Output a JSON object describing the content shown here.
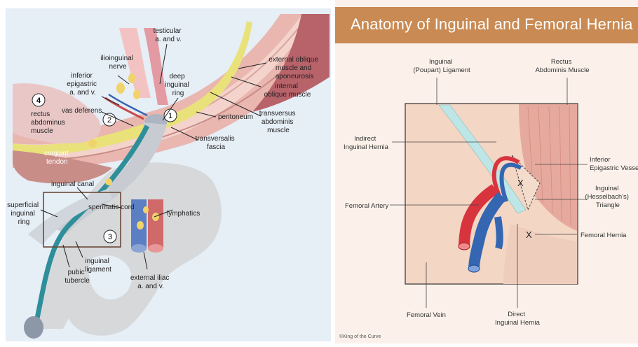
{
  "left_labels": {
    "testicular": [
      "testicular",
      "a. and v."
    ],
    "ilioinguinal": [
      "ilioinguinal",
      "nerve"
    ],
    "external_oblique": [
      "external oblique",
      "muscle and",
      "aponeurosis"
    ],
    "deep_ring": [
      "deep",
      "inguinal",
      "ring"
    ],
    "inferior_epigastric": [
      "inferior",
      "epigastric",
      "a. and v."
    ],
    "internal_oblique": [
      "internal",
      "oblique muscle"
    ],
    "vas_deferens": "vas deferens",
    "rectus": [
      "rectus",
      "abdominus",
      "muscle"
    ],
    "peritoneum": "peritoneum",
    "transversus": [
      "transversus",
      "abdominis",
      "muscle"
    ],
    "transversalis": [
      "transversalis",
      "fascia"
    ],
    "conjoint": [
      "conjoint",
      "tendon"
    ],
    "inguinal_canal": "inguinal canal",
    "superficial_ring": [
      "superficial",
      "inguinal",
      "ring"
    ],
    "spermatic_cord": "spermatic cord",
    "lymphatics": "lymphatics",
    "inguinal_ligament": [
      "inguinal",
      "ligament"
    ],
    "pubic_tubercle": [
      "pubic",
      "tubercle"
    ],
    "external_iliac": [
      "external iliac",
      "a. and v."
    ]
  },
  "left_markers": [
    "1",
    "2",
    "3",
    "4"
  ],
  "right": {
    "title": "Anatomy of Inguinal and Femoral Hernia",
    "labels": {
      "inguinal_ligament": [
        "Inguinal",
        "(Poupart) Ligament"
      ],
      "rectus": [
        "Rectus",
        "Abdominis Muscle"
      ],
      "indirect": [
        "Indirect",
        "Inguinal Hernia"
      ],
      "inferior_epigastric": [
        "Inferior",
        "Epigastric Vessel"
      ],
      "hesselbach": [
        "Inguinal",
        "(Hesselbach's)",
        "Triangle"
      ],
      "femoral_artery": "Femoral Artery",
      "femoral_hernia": "Femoral Hernia",
      "femoral_vein": "Femoral Vein",
      "direct": [
        "Direct",
        "Inguinal Hernia"
      ]
    },
    "x_marks": [
      "X",
      "X"
    ],
    "credit": "©King of the Curve"
  },
  "colors": {
    "left_bg": "#e6eef6",
    "title_bar": "#c98a53",
    "right_bg": "#fbf1ea",
    "muscle": "#e9b6b0",
    "artery": "#d8343e",
    "vein": "#3566b2",
    "ligament": "#bfe6e6",
    "cord": "#2e8f9a"
  }
}
